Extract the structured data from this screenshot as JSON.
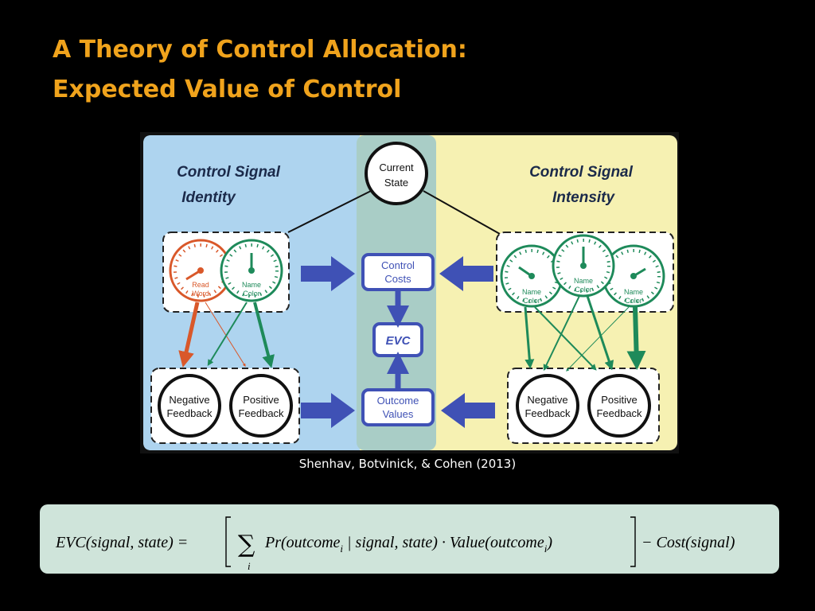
{
  "slide": {
    "title_line1": "A Theory of Control Allocation:",
    "title_line2": "Expected Value of Control",
    "citation": "Shenhav, Botvinick, & Cohen (2013)"
  },
  "diagram": {
    "identity_heading_1": "Control Signal",
    "identity_heading_2": "Identity",
    "intensity_heading_1": "Control Signal",
    "intensity_heading_2": "Intensity",
    "current_state_1": "Current",
    "current_state_2": "State",
    "control_costs_1": "Control",
    "control_costs_2": "Costs",
    "evc": "EVC",
    "outcome_values_1": "Outcome",
    "outcome_values_2": "Values",
    "gauge_read_1": "Read",
    "gauge_read_2": "Word",
    "gauge_name_1": "Name",
    "gauge_name_2": "Color",
    "negative_1": "Negative",
    "negative_2": "Feedback",
    "positive_1": "Positive",
    "positive_2": "Feedback",
    "colors": {
      "blue_panel": "#aed4ef",
      "yellow_panel": "#f6f1b2",
      "center_band": "#a9cdc6",
      "arrow_blue": "#3f51b5",
      "red": "#d9582a",
      "green": "#1e8a5a",
      "title": "#f0a31c"
    }
  },
  "equation": {
    "lhs": "EVC(signal, state) =",
    "sum": "∑",
    "sum_index": "i",
    "pr": "Pr(outcome",
    "sub_i": "i",
    "given": " | signal, state) · Value(outcome",
    "close": ")",
    "minus_cost": "− Cost(signal)"
  }
}
